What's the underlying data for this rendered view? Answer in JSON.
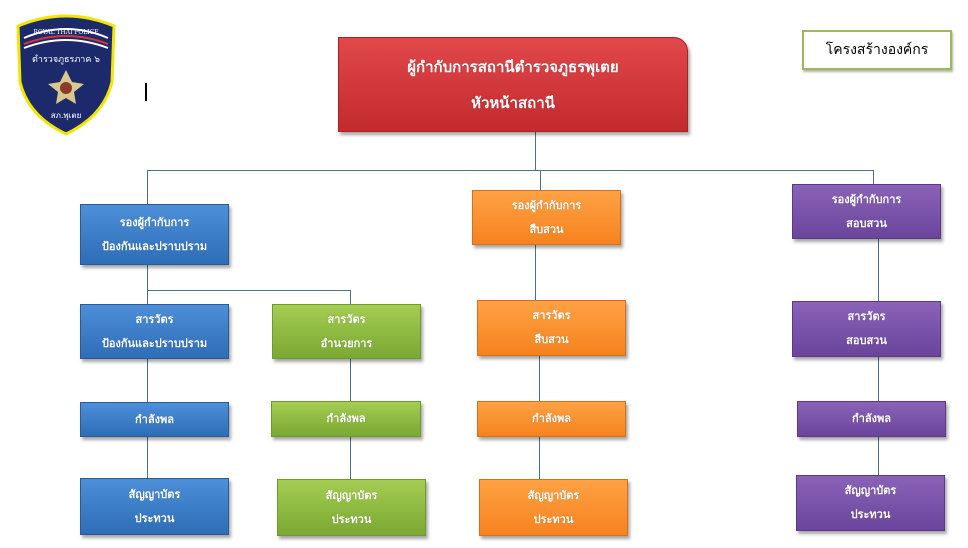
{
  "title": "โครงสร้างองค์กร",
  "logo": {
    "top_text": "ROYAL THAI POLICE",
    "middle_text": "ตำรวจภูธรภาค ๖",
    "bottom_text": "สภ.พุเตย"
  },
  "colors": {
    "head": "#c8302f",
    "prevention": "#2e6db8",
    "admin": "#7aa832",
    "investigation": "#f6821e",
    "inquiry": "#6a459b"
  },
  "head": {
    "line1": "ผู้กำกับการสถานีตำรวจภูธรพุเตย",
    "line2": "หัวหน้าสถานี"
  },
  "prevention": {
    "deputy": {
      "line1": "รองผู้กำกับการ",
      "line2": "ป้องกันและปราบปราม"
    },
    "inspector": {
      "line1": "สารวัตร",
      "line2": "ป้องกันและปราบปราม"
    },
    "personnel": "กำลังพล",
    "ranks": {
      "line1": "สัญญาบัตร",
      "line2": "ประทวน"
    }
  },
  "admin": {
    "inspector": {
      "line1": "สารวัตร",
      "line2": "อำนวยการ"
    },
    "personnel": "กำลังพล",
    "ranks": {
      "line1": "สัญญาบัตร",
      "line2": "ประทวน"
    }
  },
  "investigation": {
    "deputy": {
      "line1": "รองผู้กำกับการ",
      "line2": "สืบสวน"
    },
    "inspector": {
      "line1": "สารวัตร",
      "line2": "สืบสวน"
    },
    "personnel": "กำลังพล",
    "ranks": {
      "line1": "สัญญาบัตร",
      "line2": "ประทวน"
    }
  },
  "inquiry": {
    "deputy": {
      "line1": "รองผู้กำกับการ",
      "line2": "สอบสวน"
    },
    "inspector": {
      "line1": "สารวัตร",
      "line2": "สอบสวน"
    },
    "personnel": "กำลังพล",
    "ranks": {
      "line1": "สัญญาบัตร",
      "line2": "ประทวน"
    }
  }
}
